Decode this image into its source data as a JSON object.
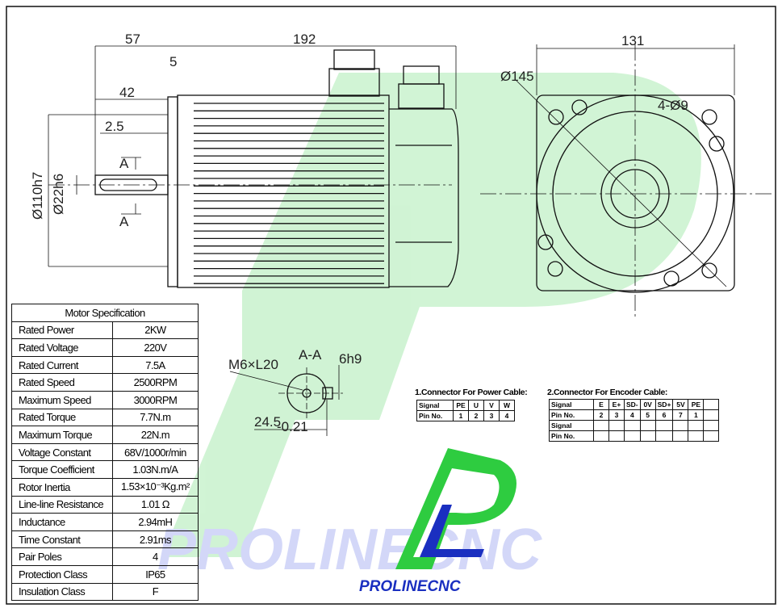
{
  "dimensions": {
    "flange_to_shaft": "57",
    "body_length": "192",
    "flange_thickness": "5",
    "shaft_length": "42",
    "shaft_step": "2.5",
    "spigot_diameter": "Ø110h7",
    "shaft_diameter": "Ø22h6",
    "square_size": "131",
    "pcd": "Ø145",
    "mount_holes": "4-Ø9",
    "section_a_top": "A",
    "section_a_bottom": "A"
  },
  "section": {
    "title": "A-A",
    "thread": "M6×L20",
    "key_width": "6h9",
    "key_depth": "24.5",
    "key_depth_tol": "-0.21"
  },
  "spec_table": {
    "title": "Motor Specification",
    "rows": [
      {
        "label": "Rated Power",
        "value": "2KW"
      },
      {
        "label": "Rated Voltage",
        "value": "220V"
      },
      {
        "label": "Rated Current",
        "value": "7.5A"
      },
      {
        "label": "Rated Speed",
        "value": "2500RPM"
      },
      {
        "label": "Maximum Speed",
        "value": "3000RPM"
      },
      {
        "label": "Rated Torque",
        "value": "7.7N.m"
      },
      {
        "label": "Maximum Torque",
        "value": "22N.m"
      },
      {
        "label": "Voltage Constant",
        "value": "68V/1000r/min"
      },
      {
        "label": "Torque Coefficient",
        "value": "1.03N.m/A"
      },
      {
        "label": "Rotor Inertia",
        "value": "1.53×10⁻³Kg.m²"
      },
      {
        "label": "Line-line Resistance",
        "value": "1.01 Ω"
      },
      {
        "label": "Inductance",
        "value": "2.94mH"
      },
      {
        "label": "Time Constant",
        "value": "2.91ms"
      },
      {
        "label": "Pair Poles",
        "value": "4"
      },
      {
        "label": "Protection Class",
        "value": "IP65"
      },
      {
        "label": "Insulation Class",
        "value": "F"
      }
    ]
  },
  "power_connector": {
    "title": "1.Connector For Power Cable:",
    "signal_label": "Signal",
    "pin_label": "Pin No.",
    "signals": [
      "PE",
      "U",
      "V",
      "W"
    ],
    "pins": [
      "1",
      "2",
      "3",
      "4"
    ]
  },
  "encoder_connector": {
    "title": "2.Connector For Encoder Cable:",
    "signal_label": "Signal",
    "pin_label": "Pin No.",
    "signals": [
      "E",
      "E+",
      "SD-",
      "0V",
      "SD+",
      "5V",
      "PE",
      ""
    ],
    "pins": [
      "2",
      "3",
      "4",
      "5",
      "6",
      "7",
      "1",
      ""
    ]
  },
  "brand": {
    "watermark": "PROLINECNC",
    "logo_text": "PROLINECNC",
    "green": "#22bb22",
    "blue": "#1a2fc0"
  }
}
